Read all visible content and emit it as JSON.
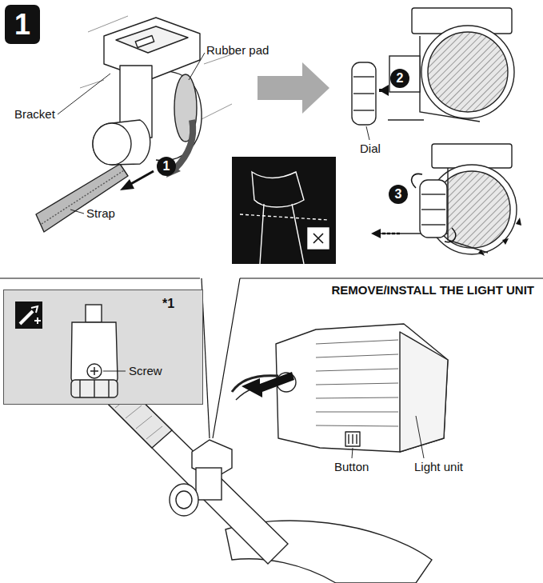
{
  "diagram": {
    "nodes": [
      {
        "text": [
          "1"
        ]
      },
      {
        "text": [
          "1"
        ]
      },
      {
        "text": [
          "2"
        ]
      },
      {
        "text": [
          "3"
        ]
      },
      {
        "text": [
          "*1",
          "Screw"
        ]
      }
    ],
    "labels": [
      "Rubber pad",
      "Bracket",
      "Strap",
      "Dial",
      "REMOVE/INSTALL THE LIGHT UNIT",
      "Button",
      "Light unit"
    ]
  }
}
